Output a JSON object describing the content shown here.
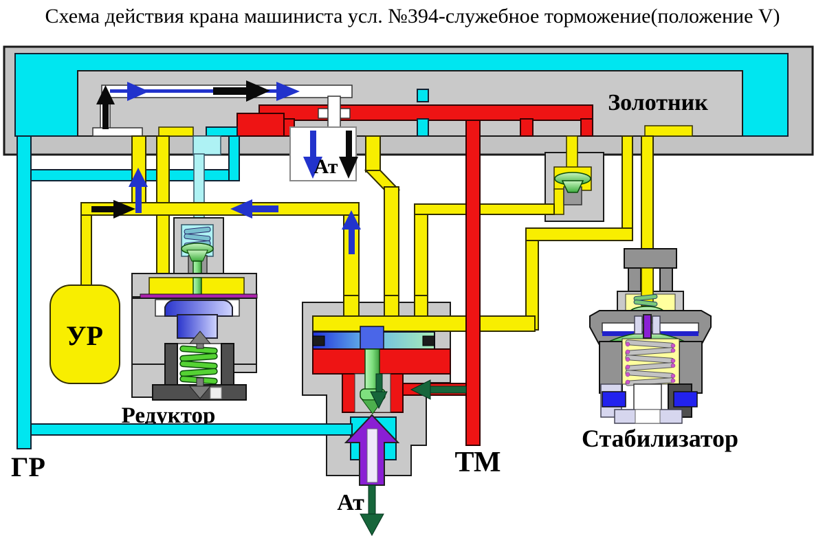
{
  "title": "Схема действия крана машиниста усл. №394-служебное торможение(положение V)",
  "labels": {
    "zolotnik": "Золотник",
    "ur": "УР",
    "reduktor": "Редуктор",
    "gr": "ГР",
    "tm": "ТМ",
    "at_top": "Ат",
    "at_bottom": "Ат",
    "stabilizator": "Стабилизатор"
  },
  "colors": {
    "body_gray": "#c3c3c3",
    "zolotnik_gray": "#c9c9c9",
    "pipe_air_supply": "#00e6f0",
    "pale_cyan": "#aef2f4",
    "pipe_pressure": "#f8ee00",
    "pipe_brake": "#ee1414",
    "flow_ur": "#2233cc",
    "flow_feed": "#0a0a0a",
    "flow_exhaust": "#17663b",
    "valve_purple": "#8a1fd4",
    "piston_blue": "#3344dd",
    "spring_green": "#55d234",
    "dark_metal": "#4f4f4f",
    "mid_metal": "#929292",
    "lavender": "#d6d6ee",
    "diaphragm_magenta": "#aa22aa",
    "nut_blue": "#2222ee"
  }
}
